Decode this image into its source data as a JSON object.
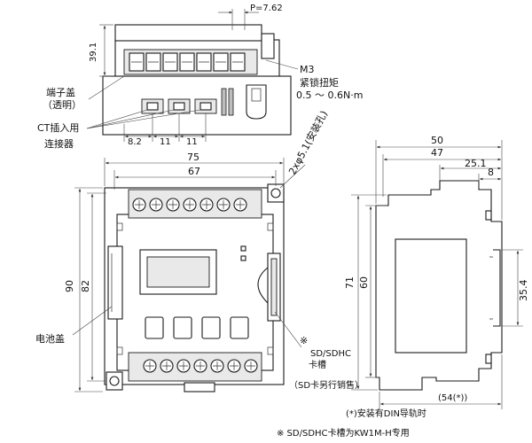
{
  "top_view": {
    "dim_pitch": "P=7.62",
    "dim_height": "39.1",
    "label_terminal_cover": "端子盖",
    "label_transparent": "（透明）",
    "label_ct": "CT插入用",
    "label_connector": "连接器",
    "label_m3": "M3",
    "label_torque_title": "紧锁扭矩",
    "label_torque_value": "0.5 ～ 0.6N·m",
    "dim_8_2": "8.2",
    "dim_11_a": "11",
    "dim_11_b": "11"
  },
  "front_view": {
    "dim_width_outer": "75",
    "dim_width_inner": "67",
    "dim_height_outer": "90",
    "dim_height_inner": "82",
    "label_holes": "2xφ5.1(安装孔)",
    "label_battery": "电池盖",
    "label_note_mark": "※",
    "label_sd": "SD/SDHC",
    "label_slot": "卡槽",
    "label_sd_sold": "（SD卡另行销售）"
  },
  "side_view": {
    "dim_50": "50",
    "dim_47": "47",
    "dim_25_1": "25.1",
    "dim_8": "8",
    "dim_71": "71",
    "dim_60": "60",
    "dim_35_4": "35.4",
    "dim_54": "(54(*))",
    "label_din_note": "(*)安装有DIN导轨时"
  },
  "footer_note": "※ SD/SDHC卡槽为KW1M-H专用"
}
